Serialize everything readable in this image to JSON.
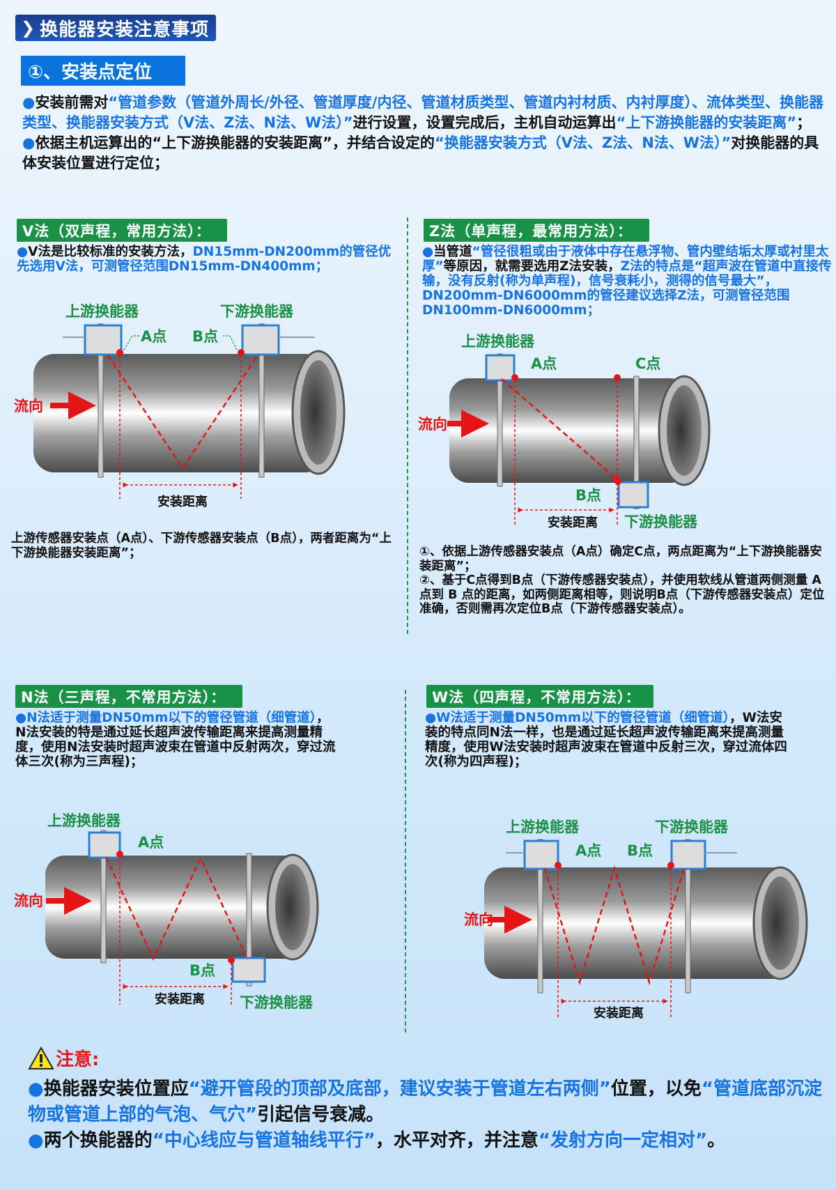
{
  "header": {
    "title": "换能器安装注意事项",
    "title_icon": "chevron-right-icon",
    "section_title": "①、安装点定位"
  },
  "intro": {
    "p1": {
      "prefix": "安装前需对",
      "highlight1": "“管道参数（管道外周长/外径、管道厚度/内径、管道材质类型、管道内衬材质、内衬厚度）、流体类型、换能器类型、换能器安装方式（V法、Z法、N法、W法）”",
      "middle": "进行设置，设置完成后，主机自动运算出",
      "highlight2": "“上下游换能器的安装距离”",
      "suffix": "；"
    },
    "p2": {
      "prefix": "依据主机运算出的“上下游换能器的安装距离”，并结合设定的",
      "highlight": "“换能器安装方式（V法、Z法、N法、W法）”",
      "suffix": "对换能器的具体安装位置进行定位；"
    }
  },
  "methods": {
    "v": {
      "tag": "V法（双声程，常用方法）：",
      "desc_black": "V法是比较标准的安装方法，",
      "desc_blue": "DN15mm-DN200mm的管径优先选用V法，可测管径范围DN15mm-DN400mm；",
      "diagram": {
        "upstream": "上游换能器",
        "downstream": "下游换能器",
        "point_a": "A点",
        "point_b": "B点",
        "flow": "流向",
        "distance": "安装距离"
      },
      "note": "上游传感器安装点（A点）、下游传感器安装点（B点），两者距离为“上下游换能器安装距离”；"
    },
    "z": {
      "tag": "Z法（单声程，最常用方法）：",
      "desc_black1": "当管道",
      "desc_blue1": "“管径很粗或由于液体中存在悬浮物、管内壁结垢太厚或衬里太厚”",
      "desc_black2": "等原因，就需要选用Z法安装，",
      "desc_blue2": "Z法的特点是“超声波在管道中直接传输，没有反射(称为单声程)，信号衰耗小，测得的信号最大”，DN200mm-DN6000mm的管径建议选择Z法，可测管径范围DN100mm-DN6000mm；",
      "diagram": {
        "upstream": "上游换能器",
        "downstream": "下游换能器",
        "point_a": "A点",
        "point_b": "B点",
        "point_c": "C点",
        "flow": "流向",
        "distance": "安装距离"
      },
      "note1": "①、依据上游传感器安装点（A点）确定C点，两点距离为“上下游换能器安装距离”；",
      "note2": "②、基于C点得到B点（下游传感器安装点），并使用软线从管道两侧测量 A 点到 B 点的距离，如两侧距离相等，则说明B点（下游传感器安装点）定位准确，否则需再次定位B点（下游传感器安装点）。"
    },
    "n": {
      "tag": "N法（三声程，不常用方法）：",
      "desc_blue": "N法适于测量DN50mm以下的管径管道（细管道）",
      "desc_black": "，N法安装的特是通过延长超声波传输距离来提高测量精度，使用N法安装时超声波束在管道中反射两次，穿过流体三次(称为三声程)；",
      "diagram": {
        "upstream": "上游换能器",
        "downstream": "下游换能器",
        "point_a": "A点",
        "point_b": "B点",
        "flow": "流向",
        "distance": "安装距离"
      }
    },
    "w": {
      "tag": "W法（四声程，不常用方法）：",
      "desc_blue": "W法适于测量DN50mm以下的管径管道（细管道）",
      "desc_black": "，W法安装的特点同N法一样，也是通过延长超声波传输距离来提高测量精度，使用W法安装时超声波束在管道中反射三次，穿过流体四次(称为四声程)；",
      "diagram": {
        "upstream": "上游换能器",
        "downstream": "下游换能器",
        "point_a": "A点",
        "point_b": "B点",
        "flow": "流向",
        "distance": "安装距离"
      }
    }
  },
  "warning": {
    "icon": "warning-triangle-icon",
    "label": "注意:",
    "b1_black1": "换能器安装位置应",
    "b1_blue1": "“避开管段的顶部及底部，建议安装于管道左右两侧”",
    "b1_black2": "位置，以免",
    "b1_blue2": "“管道底部沉淀物或管道上部的气泡、气穴”",
    "b1_black3": "引起信号衰减。",
    "b2_black1": "两个换能器的",
    "b2_blue1": "“中心线应与管道轴线平行”",
    "b2_black2": "，水平对齐，并注意",
    "b2_blue2": "“发射方向一定相对”",
    "b2_black3": "。"
  },
  "colors": {
    "title_bg": "#1a3f8c",
    "section_bg": "#0a73de",
    "tag_green": "#199147",
    "highlight_blue": "#1673e0",
    "label_green": "#1a8f45",
    "flow_red": "#e61515"
  }
}
